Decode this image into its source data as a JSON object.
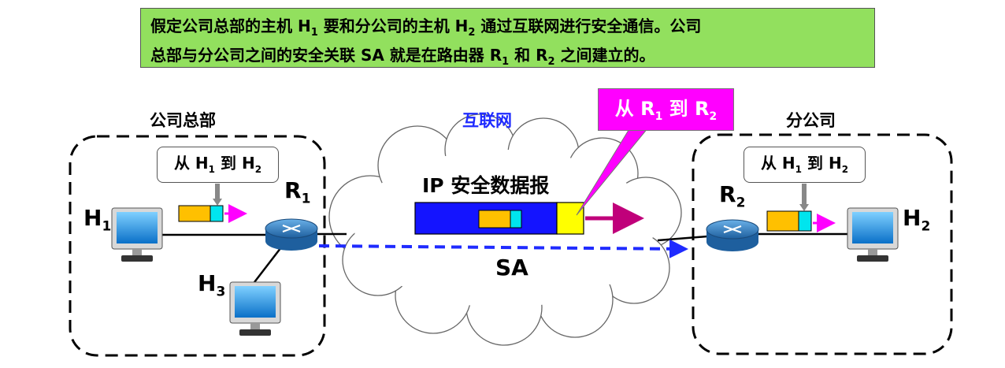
{
  "banner": {
    "line1_a": "假定公司总部的主机 H",
    "line1_sub1": "1",
    "line1_b": " 要和分公司的主机 H",
    "line1_sub2": "2",
    "line1_c": " 通过互联网进行安全通信。公司",
    "line2_a": "总部与分公司之间的安全关联 SA 就是在路由器 R",
    "line2_sub1": "1",
    "line2_b": " 和 R",
    "line2_sub2": "2",
    "line2_c": " 之间建立的。"
  },
  "hq": {
    "label": "公司总部"
  },
  "branch": {
    "label": "分公司"
  },
  "internet": {
    "label": "互联网",
    "datagram_label": "IP 安全数据报",
    "sa_label": "SA"
  },
  "callouts": {
    "left": {
      "a": "从 H",
      "s1": "1",
      "b": " 到 H",
      "s2": "2"
    },
    "right": {
      "a": "从 H",
      "s1": "1",
      "b": " 到 H",
      "s2": "2"
    },
    "router": {
      "a": "从 R",
      "s1": "1",
      "b": " 到 R",
      "s2": "2"
    }
  },
  "hosts": {
    "h1": {
      "l": "H",
      "s": "1"
    },
    "h2": {
      "l": "H",
      "s": "2"
    },
    "h3": {
      "l": "H",
      "s": "3"
    }
  },
  "routers": {
    "r1": {
      "l": "R",
      "s": "1"
    },
    "r2": {
      "l": "R",
      "s": "2"
    }
  },
  "colors": {
    "banner_bg": "#92e05e",
    "magenta": "#ff00ff",
    "datagram_blue": "#1414ff",
    "packet_orange": "#ffc000",
    "packet_cyan": "#00e5ee",
    "header_yellow": "#ffff00",
    "sa_arrow": "#1f2bff"
  }
}
